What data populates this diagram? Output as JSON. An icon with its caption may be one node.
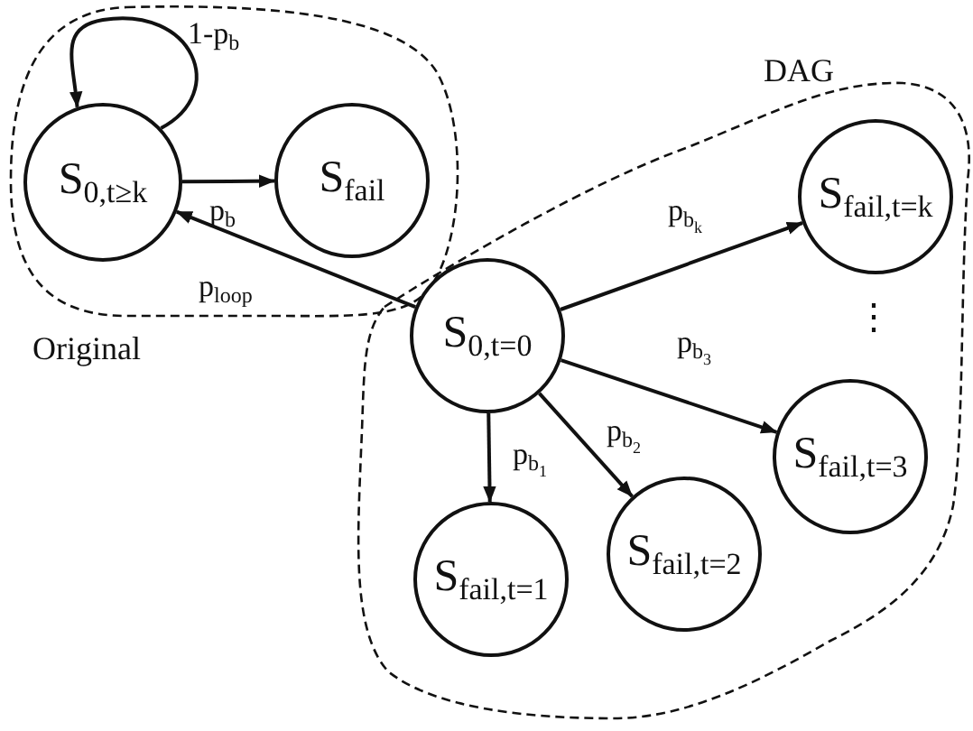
{
  "diagram": {
    "nodes": [
      {
        "text": [
          "Original"
        ]
      },
      {
        "text": [
          "S$_{0,t≥k}$"
        ],
        "in": 0
      },
      {
        "text": [
          "S$_{fail}$"
        ],
        "in": 0
      },
      {
        "text": [
          "DAG"
        ]
      },
      {
        "text": [
          "S$_{0,t=0}$"
        ],
        "in": 3
      },
      {
        "text": [
          "S$_{fail,t=k}$"
        ],
        "in": 3
      },
      {
        "text": [
          "S$_{fail,t=3}$"
        ],
        "in": 3
      },
      {
        "text": [
          "S$_{fail,t=1}$"
        ],
        "in": 3
      },
      {
        "text": [
          "S$_{fail,t=2}$"
        ],
        "in": 3
      }
    ],
    "edges": [
      {
        "from": 1,
        "to": 1,
        "arrow": "to",
        "label": "1-p$_{b}$"
      },
      {
        "from": 1,
        "to": 2,
        "arrow": "to",
        "label": "p$_{b}$"
      },
      {
        "from": 4,
        "to": 1,
        "arrow": "to",
        "label": "p$_{loop}$"
      },
      {
        "from": 4,
        "to": 5,
        "arrow": "to",
        "label": "p$_{b}$$_{k}$"
      },
      {
        "from": 4,
        "to": 6,
        "arrow": "to",
        "label": "p$_{b}$$_{3}$"
      },
      {
        "from": 4,
        "to": 7,
        "arrow": "to",
        "label": "p$_{b}$$_{1}$"
      },
      {
        "from": 4,
        "to": 8,
        "arrow": "to",
        "label": "p$_{b}$$_{2}$"
      }
    ],
    "labels": [
      "⋮"
    ]
  }
}
